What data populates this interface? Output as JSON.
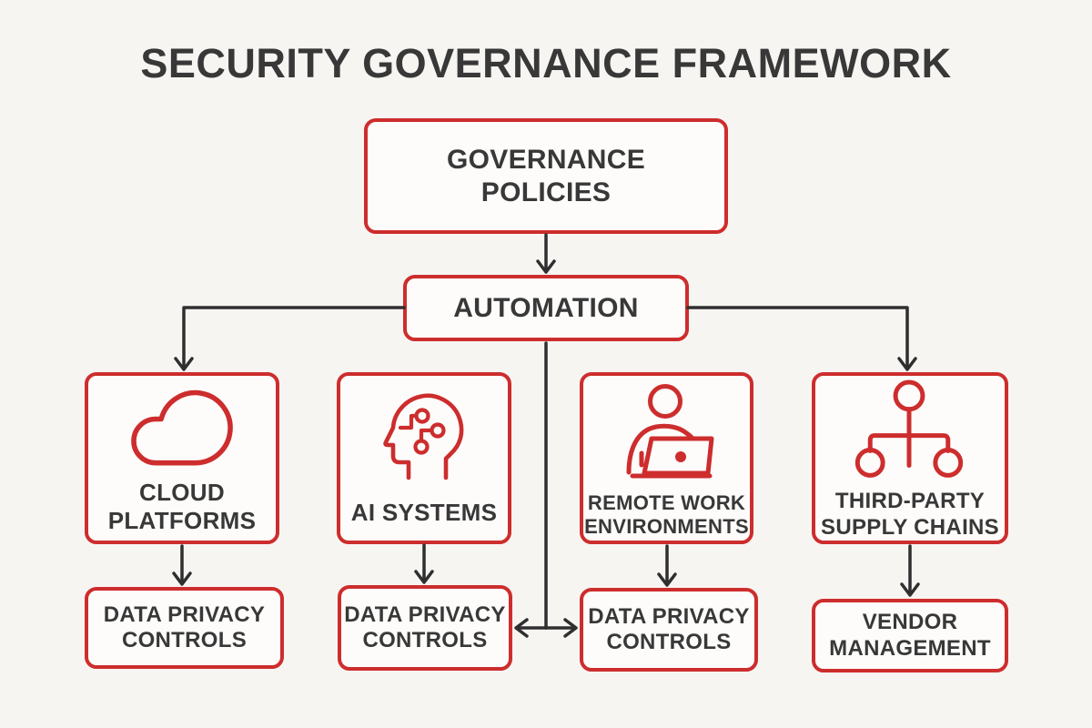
{
  "title": "SECURITY GOVERNANCE FRAMEWORK",
  "colors": {
    "accent_red": "#cd2d2d",
    "text_dark": "#383838",
    "line_dark": "#2f2f2f",
    "background": "#f7f5f2",
    "box_fill": "#fdfcfa"
  },
  "nodes": {
    "governance": {
      "label": "GOVERNANCE\nPOLICIES"
    },
    "automation": {
      "label": "AUTOMATION"
    },
    "cloud": {
      "label": "CLOUD\nPLATFORMS",
      "icon": "cloud-icon"
    },
    "ai": {
      "label": "AI SYSTEMS",
      "icon": "ai-head-circuit-icon"
    },
    "remote": {
      "label": "REMOTE WORK\nENVIRONMENTS",
      "icon": "person-laptop-icon"
    },
    "thirdparty": {
      "label": "THIRD-PARTY\nSUPPLY CHAINS",
      "icon": "org-hierarchy-icon"
    },
    "dpc_cloud": {
      "label": "DATA PRIVACY\nCONTROLS"
    },
    "dpc_ai": {
      "label": "DATA PRIVACY\nCONTROLS"
    },
    "dpc_remote": {
      "label": "DATA PRIVACY\nCONTROLS"
    },
    "vendor": {
      "label": "VENDOR\nMANAGEMENT"
    }
  },
  "edges": [
    {
      "from": "governance",
      "to": "automation"
    },
    {
      "from": "automation",
      "to": "cloud"
    },
    {
      "from": "automation",
      "to": "thirdparty"
    },
    {
      "from": "automation",
      "to": "dpc_ai_and_dpc_remote"
    },
    {
      "from": "cloud",
      "to": "dpc_cloud"
    },
    {
      "from": "ai",
      "to": "dpc_ai"
    },
    {
      "from": "remote",
      "to": "dpc_remote"
    },
    {
      "from": "thirdparty",
      "to": "vendor"
    }
  ]
}
